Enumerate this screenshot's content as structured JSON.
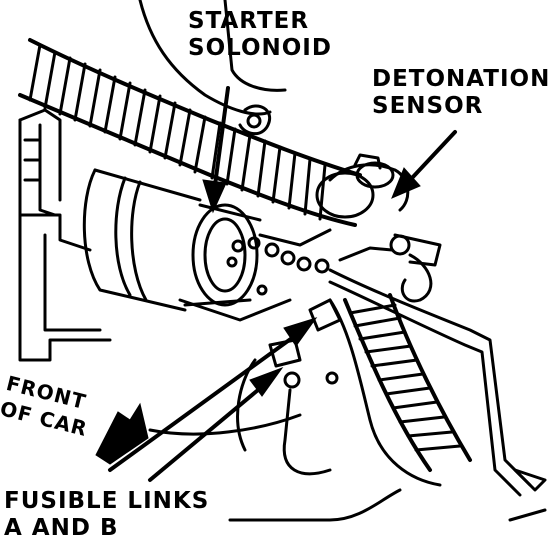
{
  "labels": {
    "starter_solenoid": [
      "STARTER",
      "SOLONOID"
    ],
    "detonation_sensor": [
      "DETONATION",
      "SENSOR"
    ],
    "front_of_car": [
      "FRONT",
      "OF CAR"
    ],
    "fusible_links": [
      "FUSIBLE LINKS",
      "A AND B"
    ]
  },
  "colors": {
    "ink": "#000000",
    "paper": "#ffffff"
  }
}
